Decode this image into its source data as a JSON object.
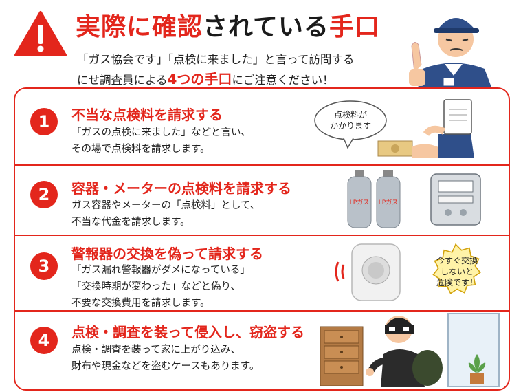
{
  "header": {
    "title_part1": "実際に確認",
    "title_part2": "されている",
    "title_part3": "手口",
    "subtitle_line1": "「ガス協会です」「点検に来ました」と言って訪問する",
    "subtitle_line2_pre": "にせ調査員による",
    "subtitle_line2_hl": "4つの手口",
    "subtitle_line2_post": "にご注意ください！"
  },
  "items": [
    {
      "number": "1",
      "title": "不当な点検料を請求する",
      "desc": [
        "「ガスの点検に来ました」などと言い、",
        "その場で点検料を請求します。"
      ],
      "bubble": [
        "点検料が",
        "かかります"
      ]
    },
    {
      "number": "2",
      "title": "容器・メーターの点検料を請求する",
      "desc": [
        "ガス容器やメーターの「点検料」として、",
        "不当な代金を請求します。"
      ],
      "cylinder_label": "LPガス"
    },
    {
      "number": "3",
      "title": "警報器の交換を偽って請求する",
      "desc": [
        "「ガス漏れ警報器がダメになっている」",
        "「交換時期が変わった」などと偽り、",
        "不要な交換費用を請求します。"
      ],
      "bubble": [
        "今すぐ交換",
        "しないと",
        "危険です！"
      ]
    },
    {
      "number": "4",
      "title": "点検・調査を装って侵入し、窃盗する",
      "desc": [
        "点検・調査を装って家に上がり込み、",
        "財布や現金などを盗むケースもあります。"
      ]
    }
  ],
  "colors": {
    "accent": "#e3261c",
    "navy": "#2f4f8a",
    "bubble_yellow": "#fff3a8"
  }
}
